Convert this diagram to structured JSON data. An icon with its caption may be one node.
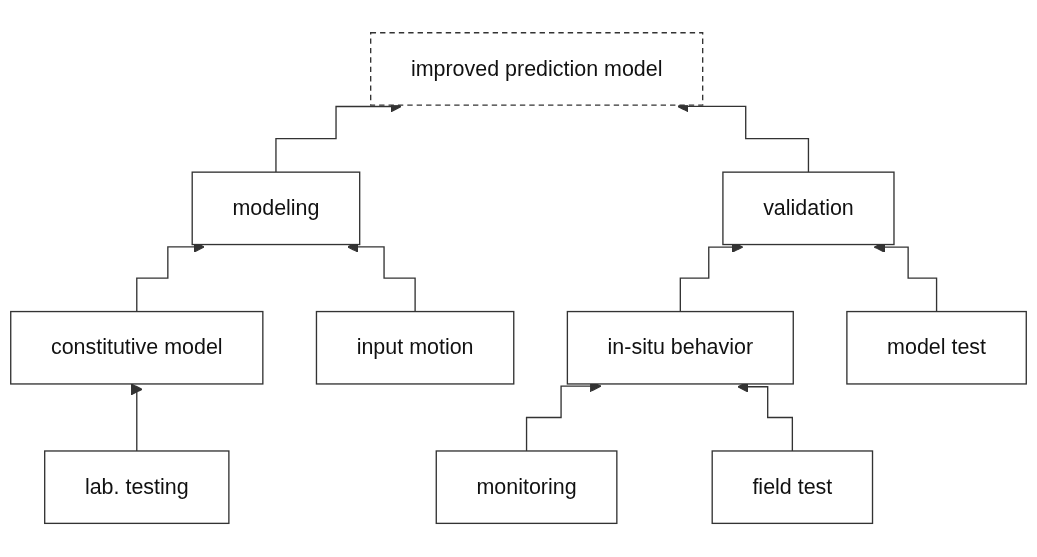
{
  "diagram": {
    "nodes": [
      {
        "text": [
          "improved prediction model"
        ]
      },
      {
        "text": [
          "modeling"
        ]
      },
      {
        "text": [
          "validation"
        ]
      },
      {
        "text": [
          "constitutive model"
        ]
      },
      {
        "text": [
          "input motion"
        ]
      },
      {
        "text": [
          "in-situ behavior"
        ]
      },
      {
        "text": [
          "model test"
        ]
      },
      {
        "text": [
          "lab. testing"
        ]
      },
      {
        "text": [
          "monitoring"
        ]
      },
      {
        "text": [
          "field test"
        ]
      }
    ],
    "edges": [
      {
        "from": 1,
        "to": 0,
        "arrow": "to"
      },
      {
        "from": 2,
        "to": 0,
        "arrow": "to"
      },
      {
        "from": 3,
        "to": 1,
        "arrow": "to"
      },
      {
        "from": 4,
        "to": 1,
        "arrow": "to"
      },
      {
        "from": 5,
        "to": 2,
        "arrow": "to"
      },
      {
        "from": 6,
        "to": 2,
        "arrow": "to"
      },
      {
        "from": 7,
        "to": 3,
        "arrow": "to"
      },
      {
        "from": 8,
        "to": 5,
        "arrow": "to"
      },
      {
        "from": 9,
        "to": 5,
        "arrow": "to"
      }
    ]
  }
}
